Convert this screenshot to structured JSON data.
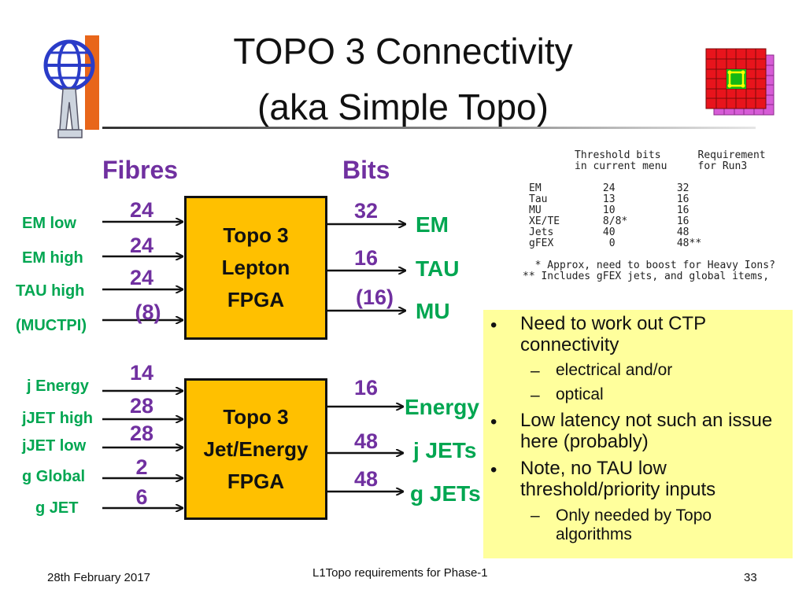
{
  "title": {
    "line1": "TOPO 3 Connectivity",
    "line2": "(aka Simple Topo)"
  },
  "headers": {
    "fibres": "Fibres",
    "bits": "Bits"
  },
  "lepton": {
    "box_lines": [
      "Topo 3",
      "Lepton",
      "FPGA"
    ],
    "inputs": [
      {
        "label": "EM low",
        "fibres": "24"
      },
      {
        "label": "EM high",
        "fibres": "24"
      },
      {
        "label": "TAU high",
        "fibres": "24"
      },
      {
        "label": "(MUCTPI)",
        "fibres": "(8)"
      }
    ],
    "outputs": [
      {
        "label": "EM",
        "bits": "32"
      },
      {
        "label": "TAU",
        "bits": "16"
      },
      {
        "label": "MU",
        "bits": "(16)"
      }
    ]
  },
  "jet": {
    "box_lines": [
      "Topo 3",
      "Jet/Energy",
      "FPGA"
    ],
    "inputs": [
      {
        "label": "j Energy",
        "fibres": "14"
      },
      {
        "label": "jJET high",
        "fibres": "28"
      },
      {
        "label": "jJET low",
        "fibres": "28"
      },
      {
        "label": "g Global",
        "fibres": "2"
      },
      {
        "label": "g JET",
        "fibres": "6"
      }
    ],
    "outputs": [
      {
        "label": "Energy",
        "bits": "16"
      },
      {
        "label": "j JETs",
        "bits": "48"
      },
      {
        "label": "g JETs",
        "bits": "48"
      }
    ]
  },
  "threshold_table": {
    "header": "Threshold bits      Requirement\nin current menu     for Run3",
    "rows": "EM          24          32\nTau         13          16\nMU          10          16\nXE/TE       8/8*        16\nJets        40          48\ngFEX         0          48**",
    "footnotes": "  * Approx, need to boost for Heavy Ions?\n** Includes gFEX jets, and global items,"
  },
  "notes": {
    "b1": "Need to work out CTP connectivity",
    "b1_subs": [
      "electrical and/or",
      "optical"
    ],
    "b2": "Low latency not such an issue here (probably)",
    "b3": "Note, no TAU low threshold/priority inputs",
    "b3_subs": [
      "Only needed by Topo algorithms"
    ],
    "bullet": "•",
    "dash": "–"
  },
  "footer": {
    "date": "28th February 2017",
    "center": "L1Topo requirements for Phase-1",
    "page": "33"
  },
  "colors": {
    "purple": "#7030a0",
    "green": "#00a651",
    "box_fill": "#ffc000",
    "notes_bg": "#ffff9c"
  },
  "icons": {
    "left_logo": "atlas-logo-icon",
    "right_logo": "topo-grid-icon"
  }
}
